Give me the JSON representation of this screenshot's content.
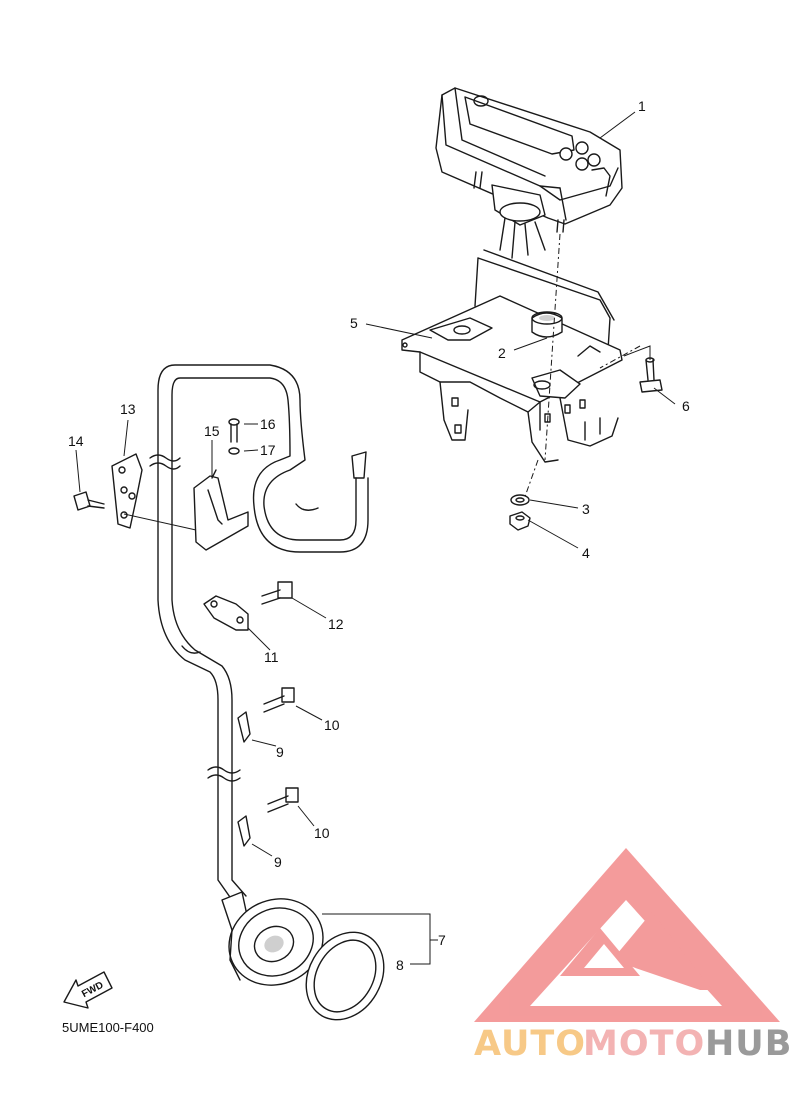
{
  "parts": [
    {
      "no": "1"
    },
    {
      "no": "2"
    },
    {
      "no": "3"
    },
    {
      "no": "4"
    },
    {
      "no": "5"
    },
    {
      "no": "6"
    },
    {
      "no": "7"
    },
    {
      "no": "8"
    },
    {
      "no": "9"
    },
    {
      "no": "9"
    },
    {
      "no": "10"
    },
    {
      "no": "10"
    },
    {
      "no": "11"
    },
    {
      "no": "12"
    },
    {
      "no": "13"
    },
    {
      "no": "14"
    },
    {
      "no": "15"
    },
    {
      "no": "16"
    },
    {
      "no": "17"
    }
  ],
  "diagram_code": "5UME100-F400",
  "fwd_label": "FWD",
  "watermark": {
    "text_part1": "AUTO",
    "text_part2": "MOTO",
    "text_part3": "HUB",
    "colors": {
      "auto": "#f7c987",
      "moto": "#f3b3b3",
      "hub": "#9a9a9a",
      "logo": "#f28a8a"
    }
  }
}
